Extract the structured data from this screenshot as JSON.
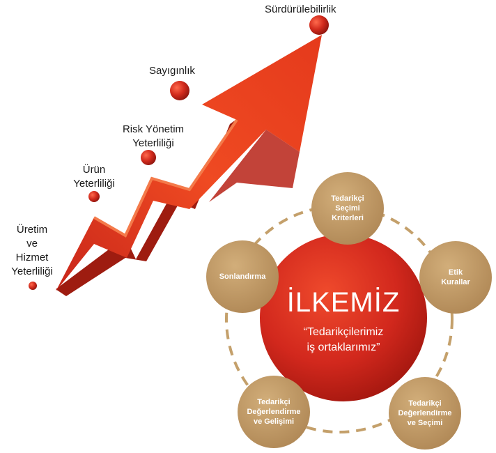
{
  "steps": [
    {
      "label": "Sürdürülebilirlik"
    },
    {
      "label": "Sayıgınlık"
    },
    {
      "label": "Risk Yönetim\nYeterliliği"
    },
    {
      "label": "Ürün\nYeterliliği"
    },
    {
      "label": "Üretim\nve\nHizmet\nYeterliliği"
    }
  ],
  "center": {
    "title": "İLKEMİZ",
    "subtitle": "“Tedarikçilerimiz\niş ortaklarımız”"
  },
  "cycle": [
    {
      "label": "Tedarikçi\nSeçimi\nKriterleri"
    },
    {
      "label": "Etik\nKurallar"
    },
    {
      "label": "Tedarikçi\nDeğerlendirme\nve Seçimi"
    },
    {
      "label": "Tedarikçi\nDeğerlendirme\nve Gelişimi"
    },
    {
      "label": "Sonlandırma"
    }
  ],
  "colors": {
    "arrow_red": "#e0371f",
    "arrow_dark": "#9e1c10",
    "dot_red": "#c8251a",
    "center_red": "#c9231c",
    "tan": "#bf9a66",
    "ring": "#c4a06b"
  }
}
